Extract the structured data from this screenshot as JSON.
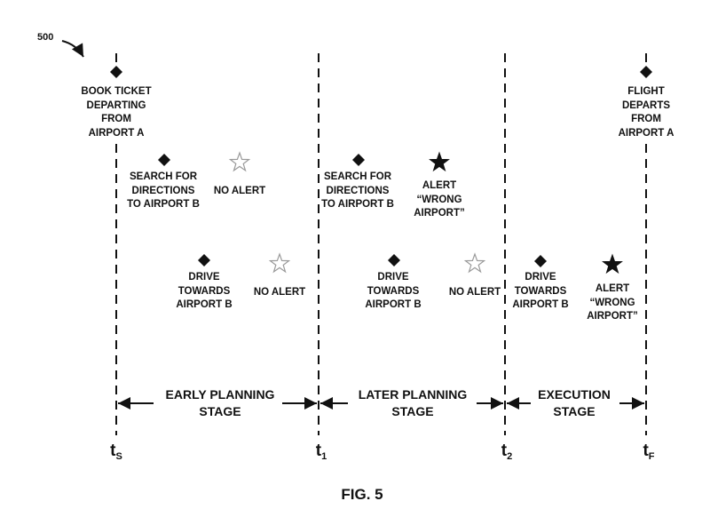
{
  "figure": {
    "reference_number": "500",
    "caption": "FIG. 5"
  },
  "time_markers": [
    {
      "main": "t",
      "sub": "S"
    },
    {
      "main": "t",
      "sub": "1"
    },
    {
      "main": "t",
      "sub": "2"
    },
    {
      "main": "t",
      "sub": "F"
    }
  ],
  "milestones": [
    {
      "label": "BOOK TICKET\nDEPARTING\nFROM\nAIRPORT A",
      "marker": "diamond"
    },
    {
      "label": "FLIGHT\nDEPARTS\nFROM\nAIRPORT A",
      "marker": "diamond"
    }
  ],
  "events": [
    {
      "label": "SEARCH FOR\nDIRECTIONS\nTO AIRPORT B",
      "marker": "diamond",
      "stage": "early"
    },
    {
      "label": "NO ALERT",
      "marker": "hollow-star",
      "stage": "early"
    },
    {
      "label": "DRIVE\nTOWARDS\nAIRPORT B",
      "marker": "diamond",
      "stage": "early"
    },
    {
      "label": "NO ALERT",
      "marker": "hollow-star",
      "stage": "early"
    },
    {
      "label": "SEARCH FOR\nDIRECTIONS\nTO AIRPORT B",
      "marker": "diamond",
      "stage": "later"
    },
    {
      "label": "ALERT\n“WRONG\nAIRPORT”",
      "marker": "filled-star",
      "stage": "later"
    },
    {
      "label": "DRIVE\nTOWARDS\nAIRPORT B",
      "marker": "diamond",
      "stage": "later"
    },
    {
      "label": "NO ALERT",
      "marker": "hollow-star",
      "stage": "later"
    },
    {
      "label": "DRIVE\nTOWARDS\nAIRPORT B",
      "marker": "diamond",
      "stage": "execution"
    },
    {
      "label": "ALERT\n“WRONG\nAIRPORT”",
      "marker": "filled-star",
      "stage": "execution"
    }
  ],
  "stages": [
    {
      "label": "EARLY PLANNING\nSTAGE"
    },
    {
      "label": "LATER PLANNING\nSTAGE"
    },
    {
      "label": "EXECUTION\nSTAGE"
    }
  ],
  "colors": {
    "ink": "#111111",
    "hollow_star": "#9a9a9a"
  }
}
